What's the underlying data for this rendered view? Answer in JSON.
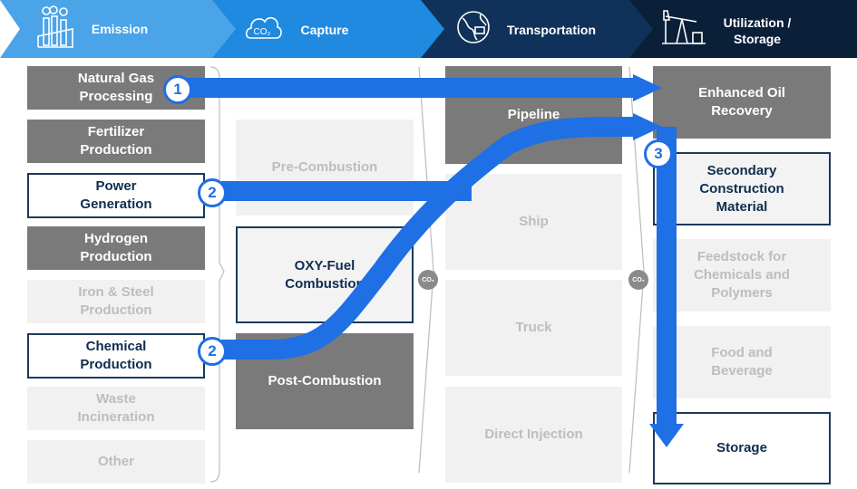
{
  "header": {
    "stages": [
      {
        "label": "Emission",
        "icon": "factory-icon"
      },
      {
        "label": "Capture",
        "icon": "co2-cloud-icon"
      },
      {
        "label": "Transportation",
        "icon": "globe-icon"
      },
      {
        "label": "Utilization /\nStorage",
        "icon": "oil-pump-icon"
      }
    ],
    "colors": [
      "#4ba3e8",
      "#1f8ae0",
      "#10325a",
      "#0a1f38"
    ]
  },
  "emission": [
    {
      "label": "Natural Gas\nProcessing",
      "style": "dark"
    },
    {
      "label": "Fertilizer\nProduction",
      "style": "dark"
    },
    {
      "label": "Power\nGeneration",
      "style": "outlined"
    },
    {
      "label": "Hydrogen\nProduction",
      "style": "dark"
    },
    {
      "label": "Iron & Steel\nProduction",
      "style": "light"
    },
    {
      "label": "Chemical\nProduction",
      "style": "outlined"
    },
    {
      "label": "Waste\nIncineration",
      "style": "light"
    },
    {
      "label": "Other",
      "style": "light"
    }
  ],
  "capture": [
    {
      "label": "Pre-Combustion",
      "style": "light"
    },
    {
      "label": "OXY-Fuel\nCombustion",
      "style": "outlined"
    },
    {
      "label": "Post-Combustion",
      "style": "dark"
    }
  ],
  "transportation": [
    {
      "label": "Pipeline",
      "style": "dark"
    },
    {
      "label": "Ship",
      "style": "light"
    },
    {
      "label": "Truck",
      "style": "light"
    },
    {
      "label": "Direct Injection",
      "style": "light"
    }
  ],
  "utilization": [
    {
      "label": "Enhanced Oil\nRecovery",
      "style": "dark"
    },
    {
      "label": "Secondary\nConstruction\nMaterial",
      "style": "outlined"
    },
    {
      "label": "Feedstock for\nChemicals and\nPolymers",
      "style": "light"
    },
    {
      "label": "Food and\nBeverage",
      "style": "light"
    },
    {
      "label": "Storage",
      "style": "outlined"
    }
  ],
  "markers": [
    "1",
    "2",
    "2",
    "3"
  ],
  "co2_badge": "CO₂",
  "flow_color": "#1f6fe5"
}
